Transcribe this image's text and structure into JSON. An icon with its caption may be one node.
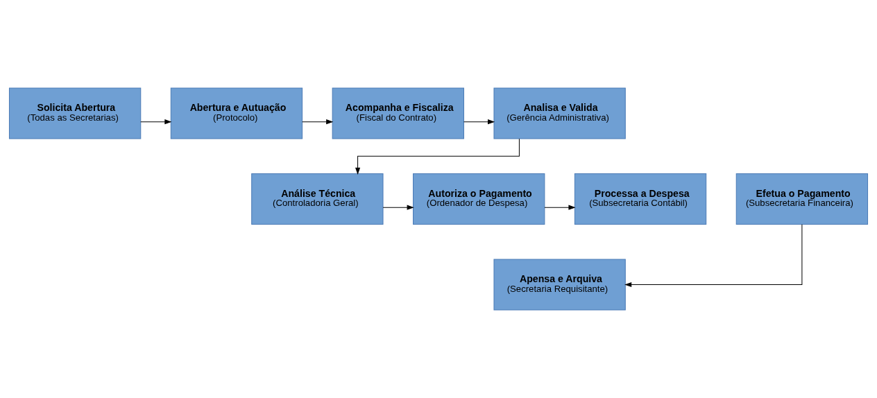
{
  "diagram": {
    "nodes": [
      {
        "text": [
          "Solicita Abertura",
          "(Todas as Secretarias)"
        ]
      },
      {
        "text": [
          "Abertura e Autuação",
          "(Protocolo)"
        ]
      },
      {
        "text": [
          "Acompanha e Fiscaliza",
          "(Fiscal do Contrato)"
        ]
      },
      {
        "text": [
          "Analisa e Valida",
          "(Gerência Administrativa)"
        ]
      },
      {
        "text": [
          "Análise Técnica",
          "(Controladoria Geral)"
        ]
      },
      {
        "text": [
          "Autoriza o Pagamento",
          "(Ordenador de Despesa)"
        ]
      },
      {
        "text": [
          "Processa a Despesa",
          "(Subsecretaria Contábil)"
        ]
      },
      {
        "text": [
          "Efetua o Pagamento",
          "(Subsecretaria Financeira)"
        ]
      },
      {
        "text": [
          "Apensa e Arquiva",
          "(Secretaria Requisitante)"
        ]
      }
    ],
    "edges": [
      {
        "from": 0,
        "to": 1,
        "arrow": "to"
      },
      {
        "from": 1,
        "to": 2,
        "arrow": "to"
      },
      {
        "from": 2,
        "to": 3,
        "arrow": "to"
      },
      {
        "from": 3,
        "to": 4,
        "arrow": "to"
      },
      {
        "from": 4,
        "to": 5,
        "arrow": "to"
      },
      {
        "from": 5,
        "to": 6,
        "arrow": "to"
      },
      {
        "from": 7,
        "to": 8,
        "arrow": "to"
      }
    ]
  }
}
